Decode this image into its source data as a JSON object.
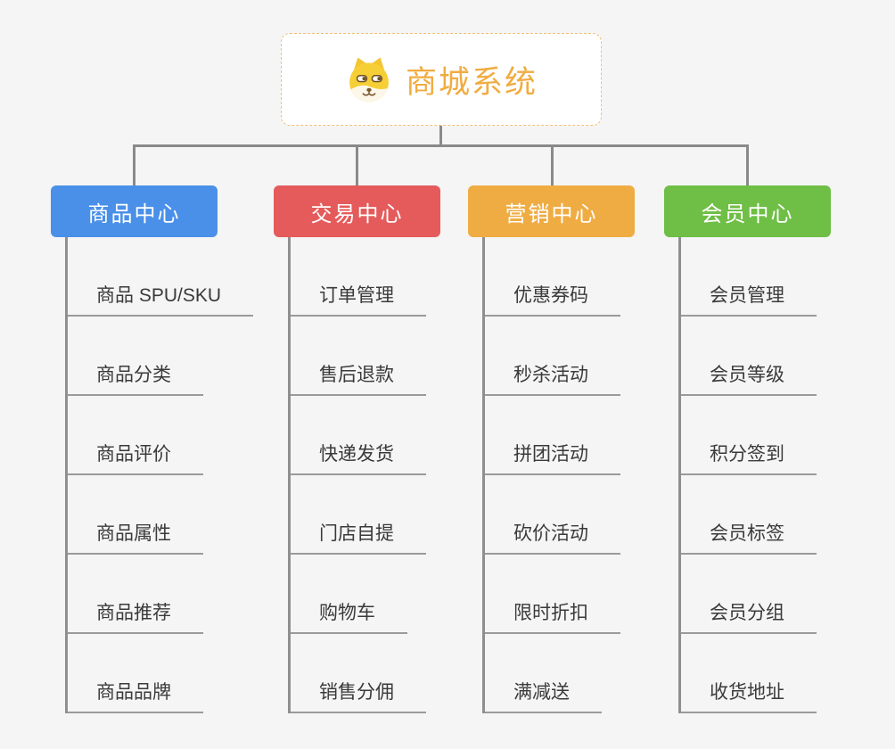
{
  "page": {
    "background": "#f5f5f6",
    "connector_color": "#8a8a8a",
    "underline_color": "#9a9a9a"
  },
  "root": {
    "title": "商城系统",
    "icon": "doge-icon",
    "title_color": "#f0ac41",
    "border_color": "#f2be74"
  },
  "branches": [
    {
      "label": "商品中心",
      "color": "#4a90e8",
      "items": [
        "商品 SPU/SKU",
        "商品分类",
        "商品评价",
        "商品属性",
        "商品推荐",
        "商品品牌"
      ]
    },
    {
      "label": "交易中心",
      "color": "#e55b5b",
      "items": [
        "订单管理",
        "售后退款",
        "快递发货",
        "门店自提",
        "购物车",
        "销售分佣"
      ]
    },
    {
      "label": "营销中心",
      "color": "#efac43",
      "items": [
        "优惠券码",
        "秒杀活动",
        "拼团活动",
        "砍价活动",
        "限时折扣",
        "满减送"
      ]
    },
    {
      "label": "会员中心",
      "color": "#6fbe46",
      "items": [
        "会员管理",
        "会员等级",
        "积分签到",
        "会员标签",
        "会员分组",
        "收货地址"
      ]
    }
  ]
}
